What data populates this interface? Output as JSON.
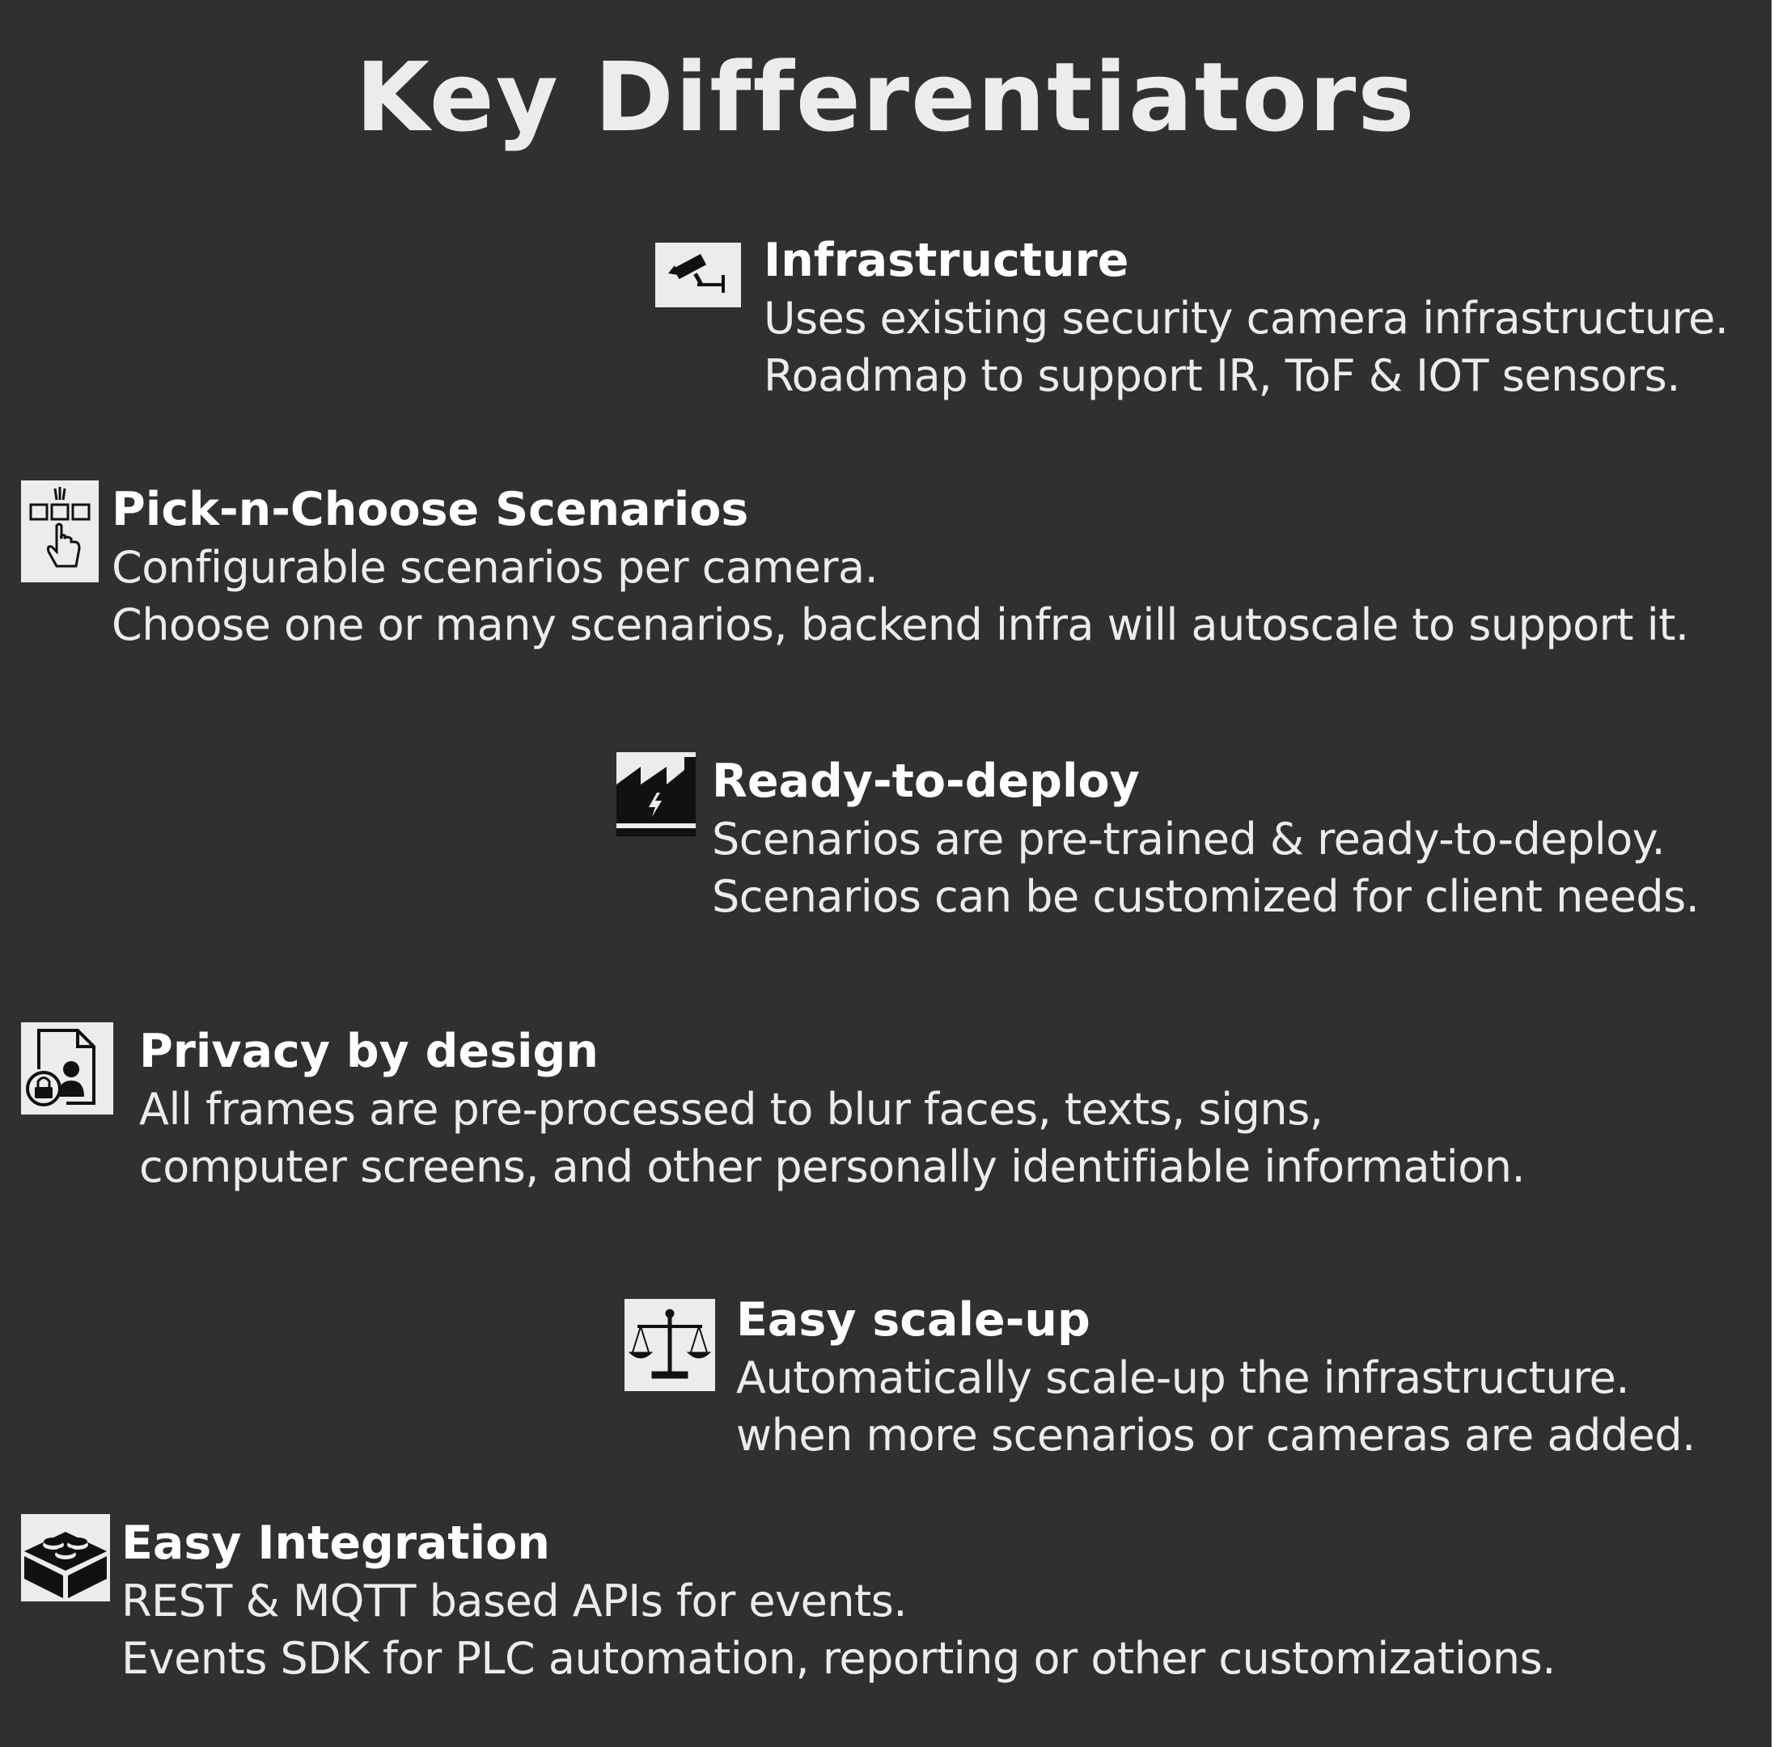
{
  "title": "Key Differentiators",
  "features": [
    {
      "heading": "Infrastructure",
      "icon": "security-camera-icon",
      "lines": [
        "Uses existing security camera infrastructure.",
        "Roadmap to support IR, ToF & IOT sensors."
      ]
    },
    {
      "heading": "Pick-n-Choose Scenarios",
      "icon": "hand-pointer-select-icon",
      "lines": [
        "Configurable scenarios per camera.",
        "Choose one or many scenarios, backend infra will autoscale to support it."
      ]
    },
    {
      "heading": "Ready-to-deploy",
      "icon": "factory-icon",
      "lines": [
        "Scenarios are pre-trained & ready-to-deploy.",
        "Scenarios can be customized for client needs."
      ]
    },
    {
      "heading": "Privacy by design",
      "icon": "privacy-lock-document-icon",
      "lines": [
        "All frames are pre-processed to blur faces, texts, signs,",
        "computer screens, and other personally identifiable information."
      ]
    },
    {
      "heading": "Easy scale-up",
      "icon": "balance-scale-icon",
      "lines": [
        "Automatically scale-up the infrastructure.",
        "when more scenarios or cameras are added."
      ]
    },
    {
      "heading": "Easy Integration",
      "icon": "building-block-icon",
      "lines": [
        "REST & MQTT based APIs for events.",
        "Events SDK for PLC automation, reporting or other customizations."
      ]
    }
  ]
}
